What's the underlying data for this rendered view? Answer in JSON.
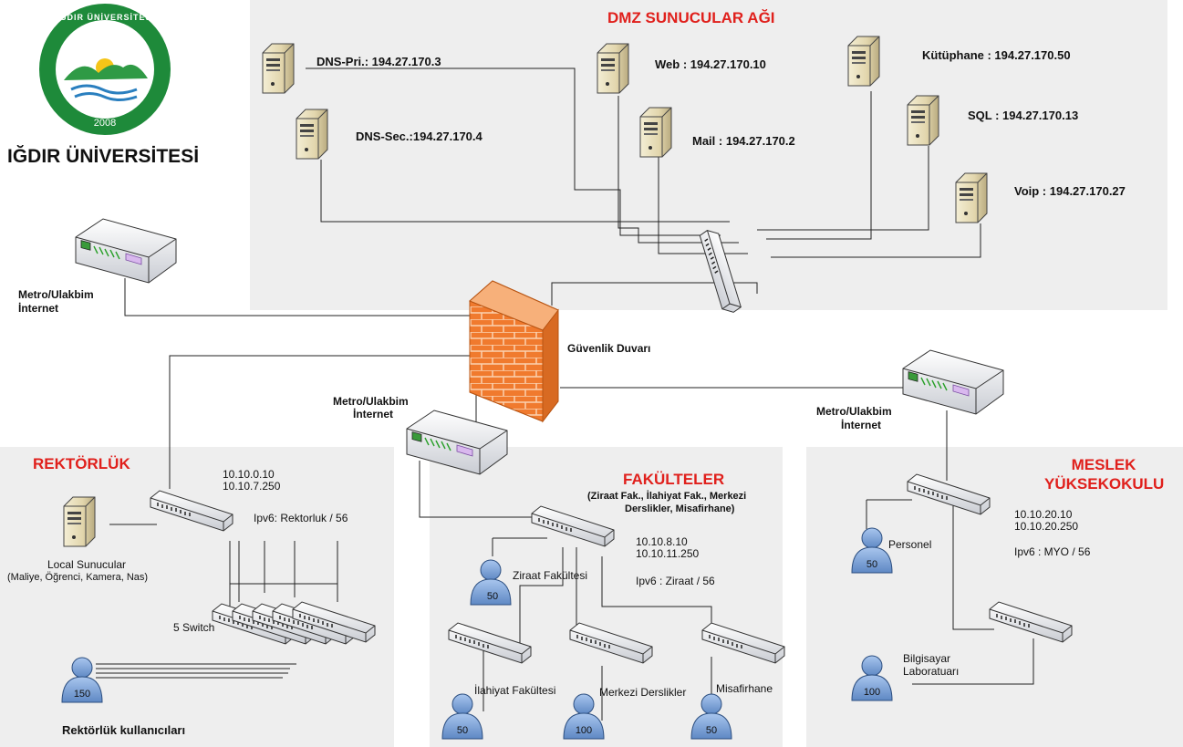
{
  "logo": {
    "seal_text": "IĞDIR ÜNİVERSİTESİ",
    "seal_year": "2008",
    "name": "IĞDIR ÜNİVERSİTESİ"
  },
  "dmz": {
    "title": "DMZ SUNUCULAR AĞI",
    "servers": {
      "dns_pri": "DNS-Pri.: 194.27.170.3",
      "dns_sec": "DNS-Sec.:194.27.170.4",
      "web": "Web : 194.27.170.10",
      "mail": "Mail : 194.27.170.2",
      "library": "Kütüphane : 194.27.170.50",
      "sql": "SQL : 194.27.170.13",
      "voip": "Voip : 194.27.170.27"
    }
  },
  "firewall_label": "Güvenlik Duvarı",
  "metro": {
    "line1": "Metro/Ulakbim",
    "line2": "İnternet"
  },
  "rektorluk": {
    "title": "REKTÖRLÜK",
    "ip1": "10.10.0.10",
    "ip2": "10.10.7.250",
    "ipv6": "Ipv6: Rektorluk / 56",
    "local_servers_1": "Local Sunucular",
    "local_servers_2": "(Maliye, Öğrenci, Kamera, Nas)",
    "switches": "5 Switch",
    "user_count": "150",
    "users_label": "Rektörlük kullanıcıları"
  },
  "fakulteler": {
    "title": "FAKÜLTELER",
    "subtitle_1": "(Ziraat Fak., İlahiyat Fak., Merkezi",
    "subtitle_2": "Derslikler, Misafirhane)",
    "ip1": "10.10.8.10",
    "ip2": "10.10.11.250",
    "ipv6": "Ipv6 : Ziraat / 56",
    "ziraat": "Ziraat Fakültesi",
    "ziraat_count": "50",
    "ilahiyat": "İlahiyat Fakültesi",
    "ilahiyat_count": "50",
    "merkezi": "Merkezi Derslikler",
    "merkezi_count": "100",
    "misafirhane": "Misafirhane",
    "misafirhane_count": "50"
  },
  "myo": {
    "title_1": "MESLEK",
    "title_2": "YÜKSEKOKULU",
    "ip1": "10.10.20.10",
    "ip2": "10.10.20.250",
    "ipv6": "Ipv6 : MYO / 56",
    "personel": "Personel",
    "personel_count": "50",
    "lab_1": "Bilgisayar",
    "lab_2": "Laboratuarı",
    "lab_count": "100"
  },
  "colors": {
    "zone_bg": "#eeeeee",
    "title_red": "#e0201c",
    "firewall": "#f07a2e",
    "user_blue": "#7da7d9",
    "logo_green": "#1e8a3a"
  },
  "icons": [
    "server-icon",
    "router-icon",
    "switch-icon",
    "firewall-icon",
    "user-group-icon",
    "logo-seal"
  ]
}
